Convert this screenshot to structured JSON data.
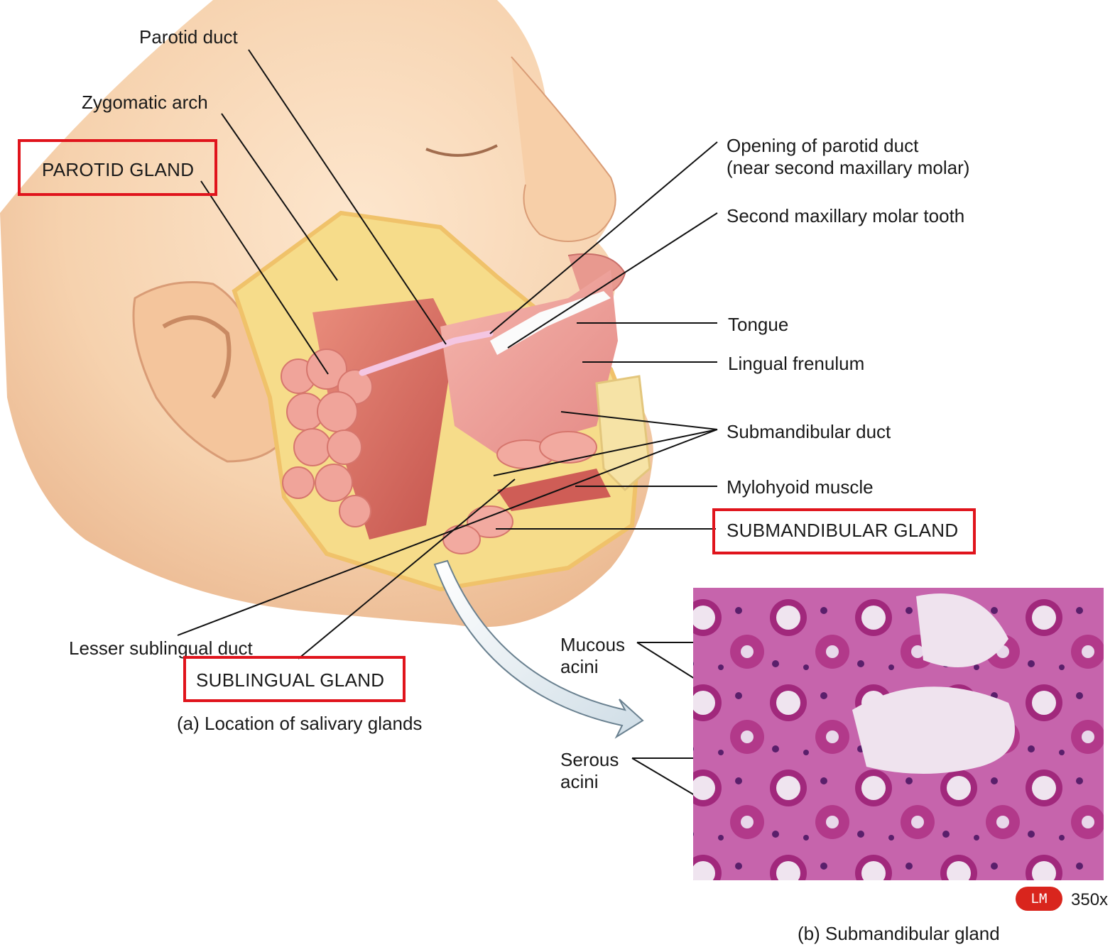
{
  "labels": {
    "parotid_duct": "Parotid duct",
    "zygomatic_arch": "Zygomatic arch",
    "parotid_gland": "PAROTID GLAND",
    "opening_line1": "Opening of parotid duct",
    "opening_line2": "(near second maxillary molar)",
    "second_molar": "Second maxillary molar tooth",
    "tongue": "Tongue",
    "lingual_frenulum": "Lingual frenulum",
    "submandibular_duct": "Submandibular duct",
    "mylohyoid": "Mylohyoid muscle",
    "submandibular_gland": "SUBMANDIBULAR GLAND",
    "lesser_sublingual_duct": "Lesser sublingual duct",
    "sublingual_gland": "SUBLINGUAL GLAND",
    "caption_a": "(a) Location of salivary glands",
    "mucous_line1": "Mucous",
    "mucous_line2": "acini",
    "serous_line1": "Serous",
    "serous_line2": "acini",
    "lm": "LM",
    "magnification": "350x",
    "caption_b": "(b) Submandibular gland"
  },
  "colors": {
    "highlight_box": "#e0141c",
    "skin": "#f6d2ae",
    "muscle": "#d86a60",
    "gland": "#f2a9a0",
    "histology_bg": "#c45fa8",
    "lm_badge": "#d9251d"
  }
}
